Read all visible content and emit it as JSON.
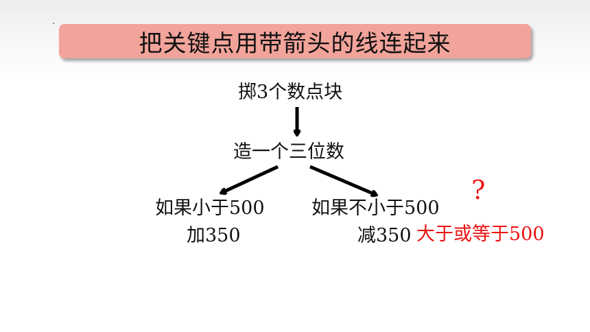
{
  "title": "把关键点用带箭头的线连起来",
  "nodes": {
    "start": "掷3个数点块",
    "make": "造一个三位数",
    "left_cond": "如果小于500",
    "left_action": "加350",
    "right_cond": "如果不小于500",
    "right_action": "减350",
    "right_note": "大于或等于500",
    "question_mark": "?"
  },
  "colors": {
    "title_bar": "#f2a39a",
    "note_red": "#ee1111",
    "arrow": "#000000"
  }
}
